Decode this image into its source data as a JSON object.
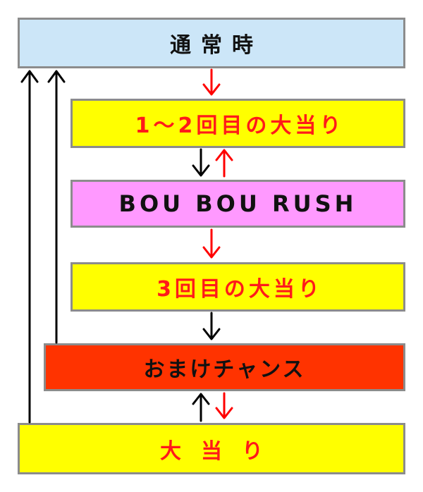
{
  "colors": {
    "normal_fill": "#cce6f8",
    "yellow_fill": "#ffff00",
    "rush_fill": "#ff99ff",
    "bonus_fill": "#ff3300",
    "border": "#8c8c8c",
    "black_arrow": "#000000",
    "red_arrow": "#ff0000"
  },
  "nodes": {
    "normal": "通常時",
    "hit_1_2": "1～2回目の大当り",
    "rush": "BOU BOU RUSH",
    "hit_3": "3回目の大当り",
    "bonus_chance": "おまけチャンス",
    "jackpot": "大当り"
  },
  "edges": [
    {
      "from": "normal",
      "to": "hit_1_2",
      "color": "red"
    },
    {
      "from": "hit_1_2",
      "to": "rush",
      "color": "black"
    },
    {
      "from": "rush",
      "to": "hit_1_2",
      "color": "red"
    },
    {
      "from": "rush",
      "to": "hit_3",
      "color": "red"
    },
    {
      "from": "hit_3",
      "to": "bonus_chance",
      "color": "black"
    },
    {
      "from": "bonus_chance",
      "to": "jackpot",
      "color": "red"
    },
    {
      "from": "jackpot",
      "to": "bonus_chance",
      "color": "black"
    },
    {
      "from": "bonus_chance",
      "to": "normal",
      "color": "black"
    },
    {
      "from": "jackpot",
      "to": "normal",
      "color": "black"
    }
  ]
}
